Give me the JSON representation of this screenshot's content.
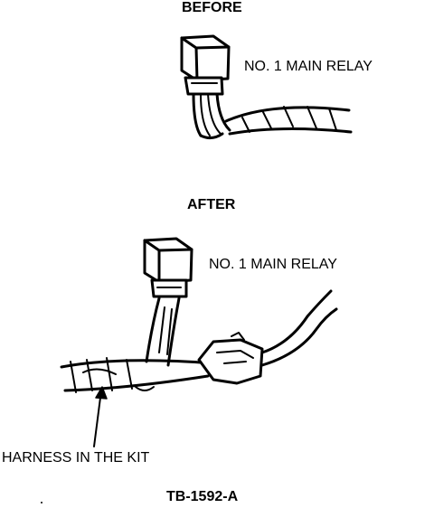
{
  "diagram": {
    "before_heading": "BEFORE",
    "before_relay_label": "NO. 1 MAIN RELAY",
    "after_heading": "AFTER",
    "after_relay_label": "NO. 1 MAIN RELAY",
    "harness_label": "HARNESS IN THE KIT",
    "figure_id": "TB-1592-A"
  }
}
